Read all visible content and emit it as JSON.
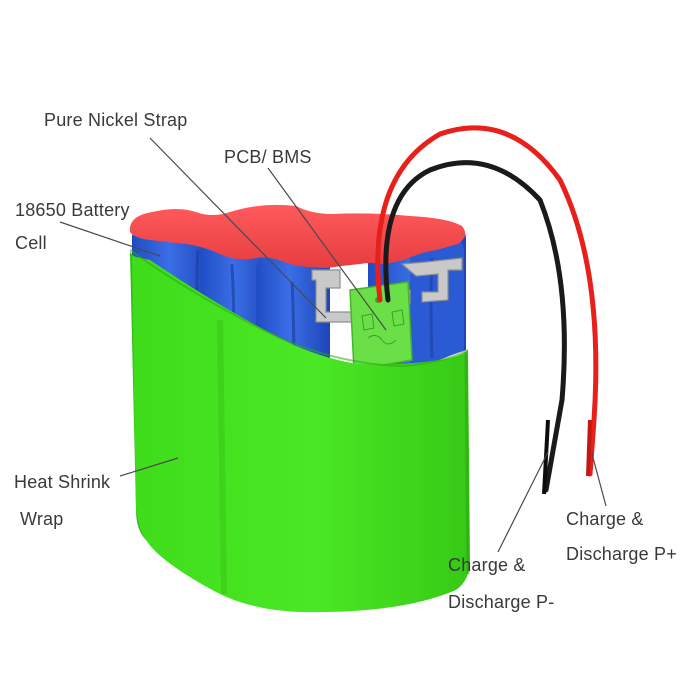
{
  "labels": {
    "nickel_strap": "Pure Nickel Strap",
    "pcb_bms": "PCB/ BMS",
    "cell_line1": "18650 Battery",
    "cell_line2": "Cell",
    "wrap_line1": "Heat Shrink",
    "wrap_line2": "Wrap",
    "neg_line1": "Charge &",
    "neg_line2": "Discharge P-",
    "pos_line1": "Charge &",
    "pos_line2": "Discharge P+"
  },
  "colors": {
    "wrap_green": "#44e61f",
    "cap_red": "#f5474a",
    "cell_blue": "#2f5fd6",
    "strap_gray": "#c8c8c8",
    "pcb_green": "#66dd44",
    "wire_red": "#e8201b",
    "wire_black": "#1a1a1a",
    "leader_line": "#4a4a4a",
    "text": "#3a3a3a"
  }
}
